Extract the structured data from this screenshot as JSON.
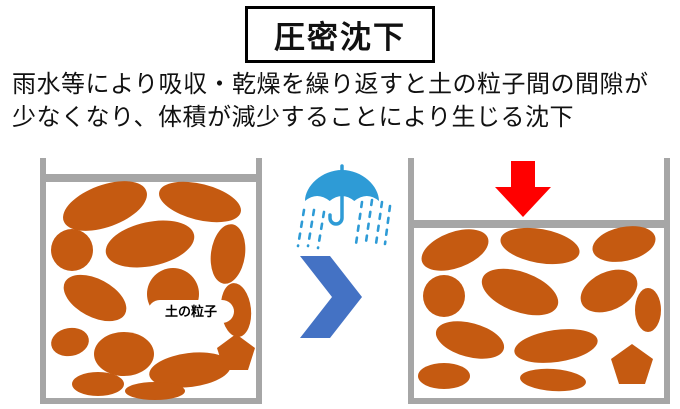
{
  "title": "圧密沈下",
  "description": {
    "line1": "雨水等により吸収・乾燥を繰り返すと土の粒子間の間隙が",
    "line2": "少なくなり、体積が減少することにより生じる沈下"
  },
  "left_container": {
    "particle_label": "土の粒子"
  },
  "icons": {
    "umbrella": "rain-umbrella-icon",
    "chevron": "chevron-right-icon",
    "down_arrow": "settlement-down-arrow-icon"
  },
  "colors": {
    "soil": "#C55A11",
    "container": "#A6A6A6",
    "umbrella_blue": "#2E9BD6",
    "chevron_blue": "#4472C4",
    "arrow_red": "#FF0000",
    "text": "#111111"
  }
}
